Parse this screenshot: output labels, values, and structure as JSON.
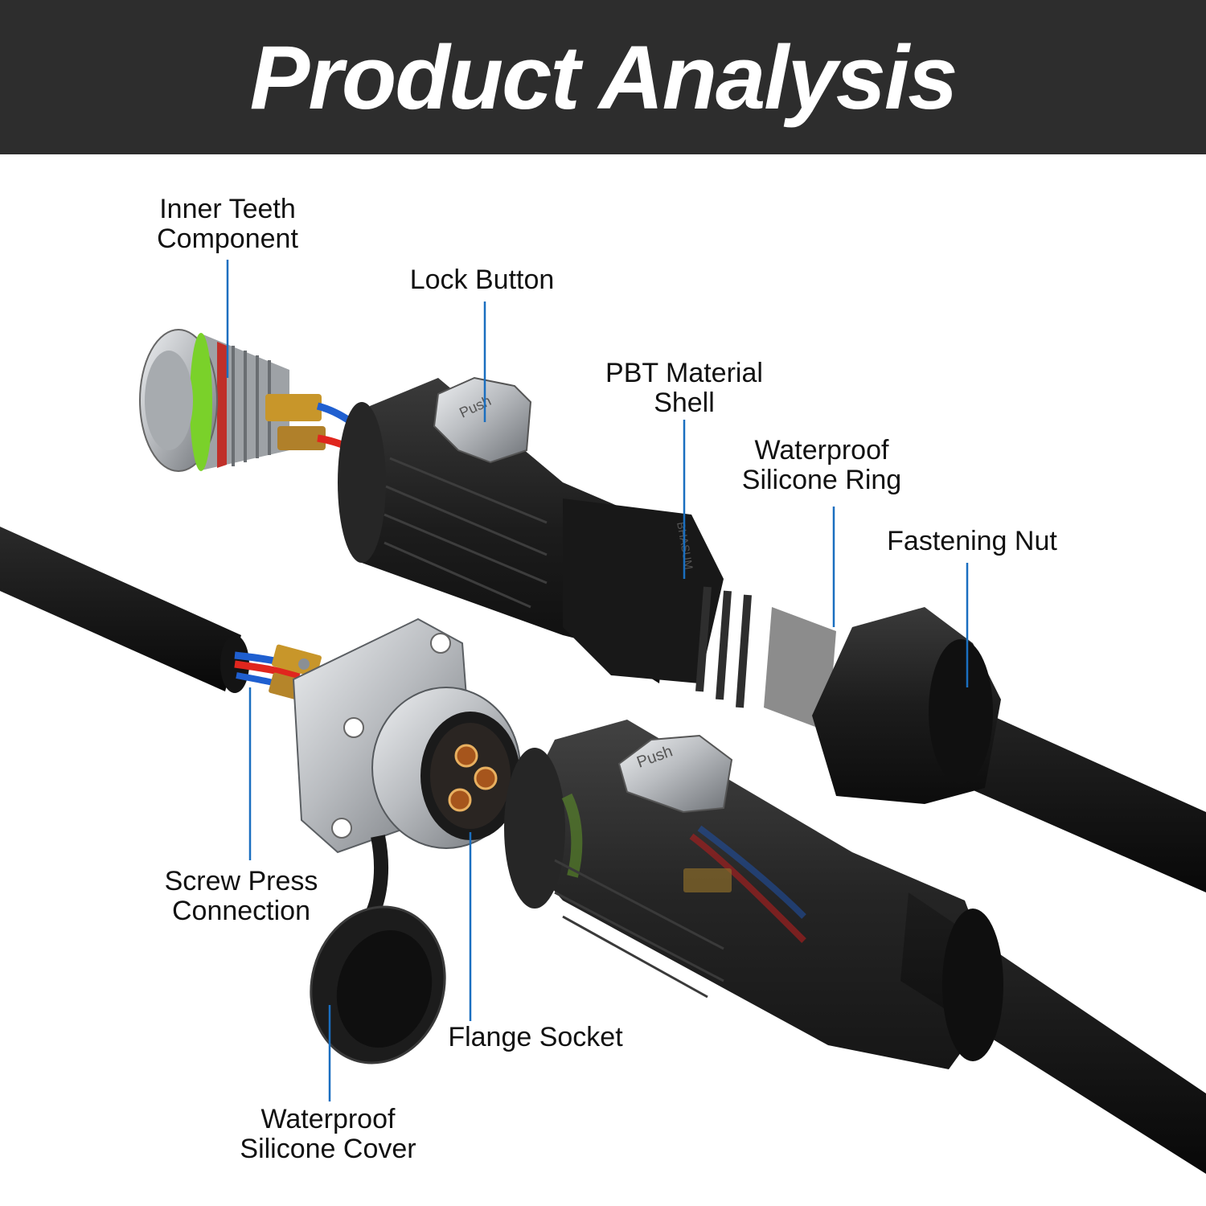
{
  "header": {
    "title": "Product Analysis"
  },
  "colors": {
    "header_bg": "#2d2d2d",
    "header_text": "#ffffff",
    "leader_line": "#1a6fc0",
    "connector_body": "#1c1c1c",
    "metal": "#b9bcc0",
    "seal_green": "#7ad12a",
    "wire_red": "#e0261e",
    "wire_blue": "#1f5fd0",
    "brass": "#c8962a"
  },
  "product_text": {
    "button_marking": "Push",
    "body_marking": "BHASUM"
  },
  "callouts": {
    "inner_teeth": {
      "line1": "Inner Teeth",
      "line2": "Component"
    },
    "lock_button": {
      "line1": "Lock Button"
    },
    "pbt_shell": {
      "line1": "PBT Material",
      "line2": "Shell"
    },
    "silicone_ring": {
      "line1": "Waterproof",
      "line2": "Silicone Ring"
    },
    "fastening_nut": {
      "line1": "Fastening Nut"
    },
    "screw_press": {
      "line1": "Screw Press",
      "line2": "Connection"
    },
    "flange_socket": {
      "line1": "Flange Socket"
    },
    "silicone_cover": {
      "line1": "Waterproof",
      "line2": "Silicone Cover"
    }
  }
}
